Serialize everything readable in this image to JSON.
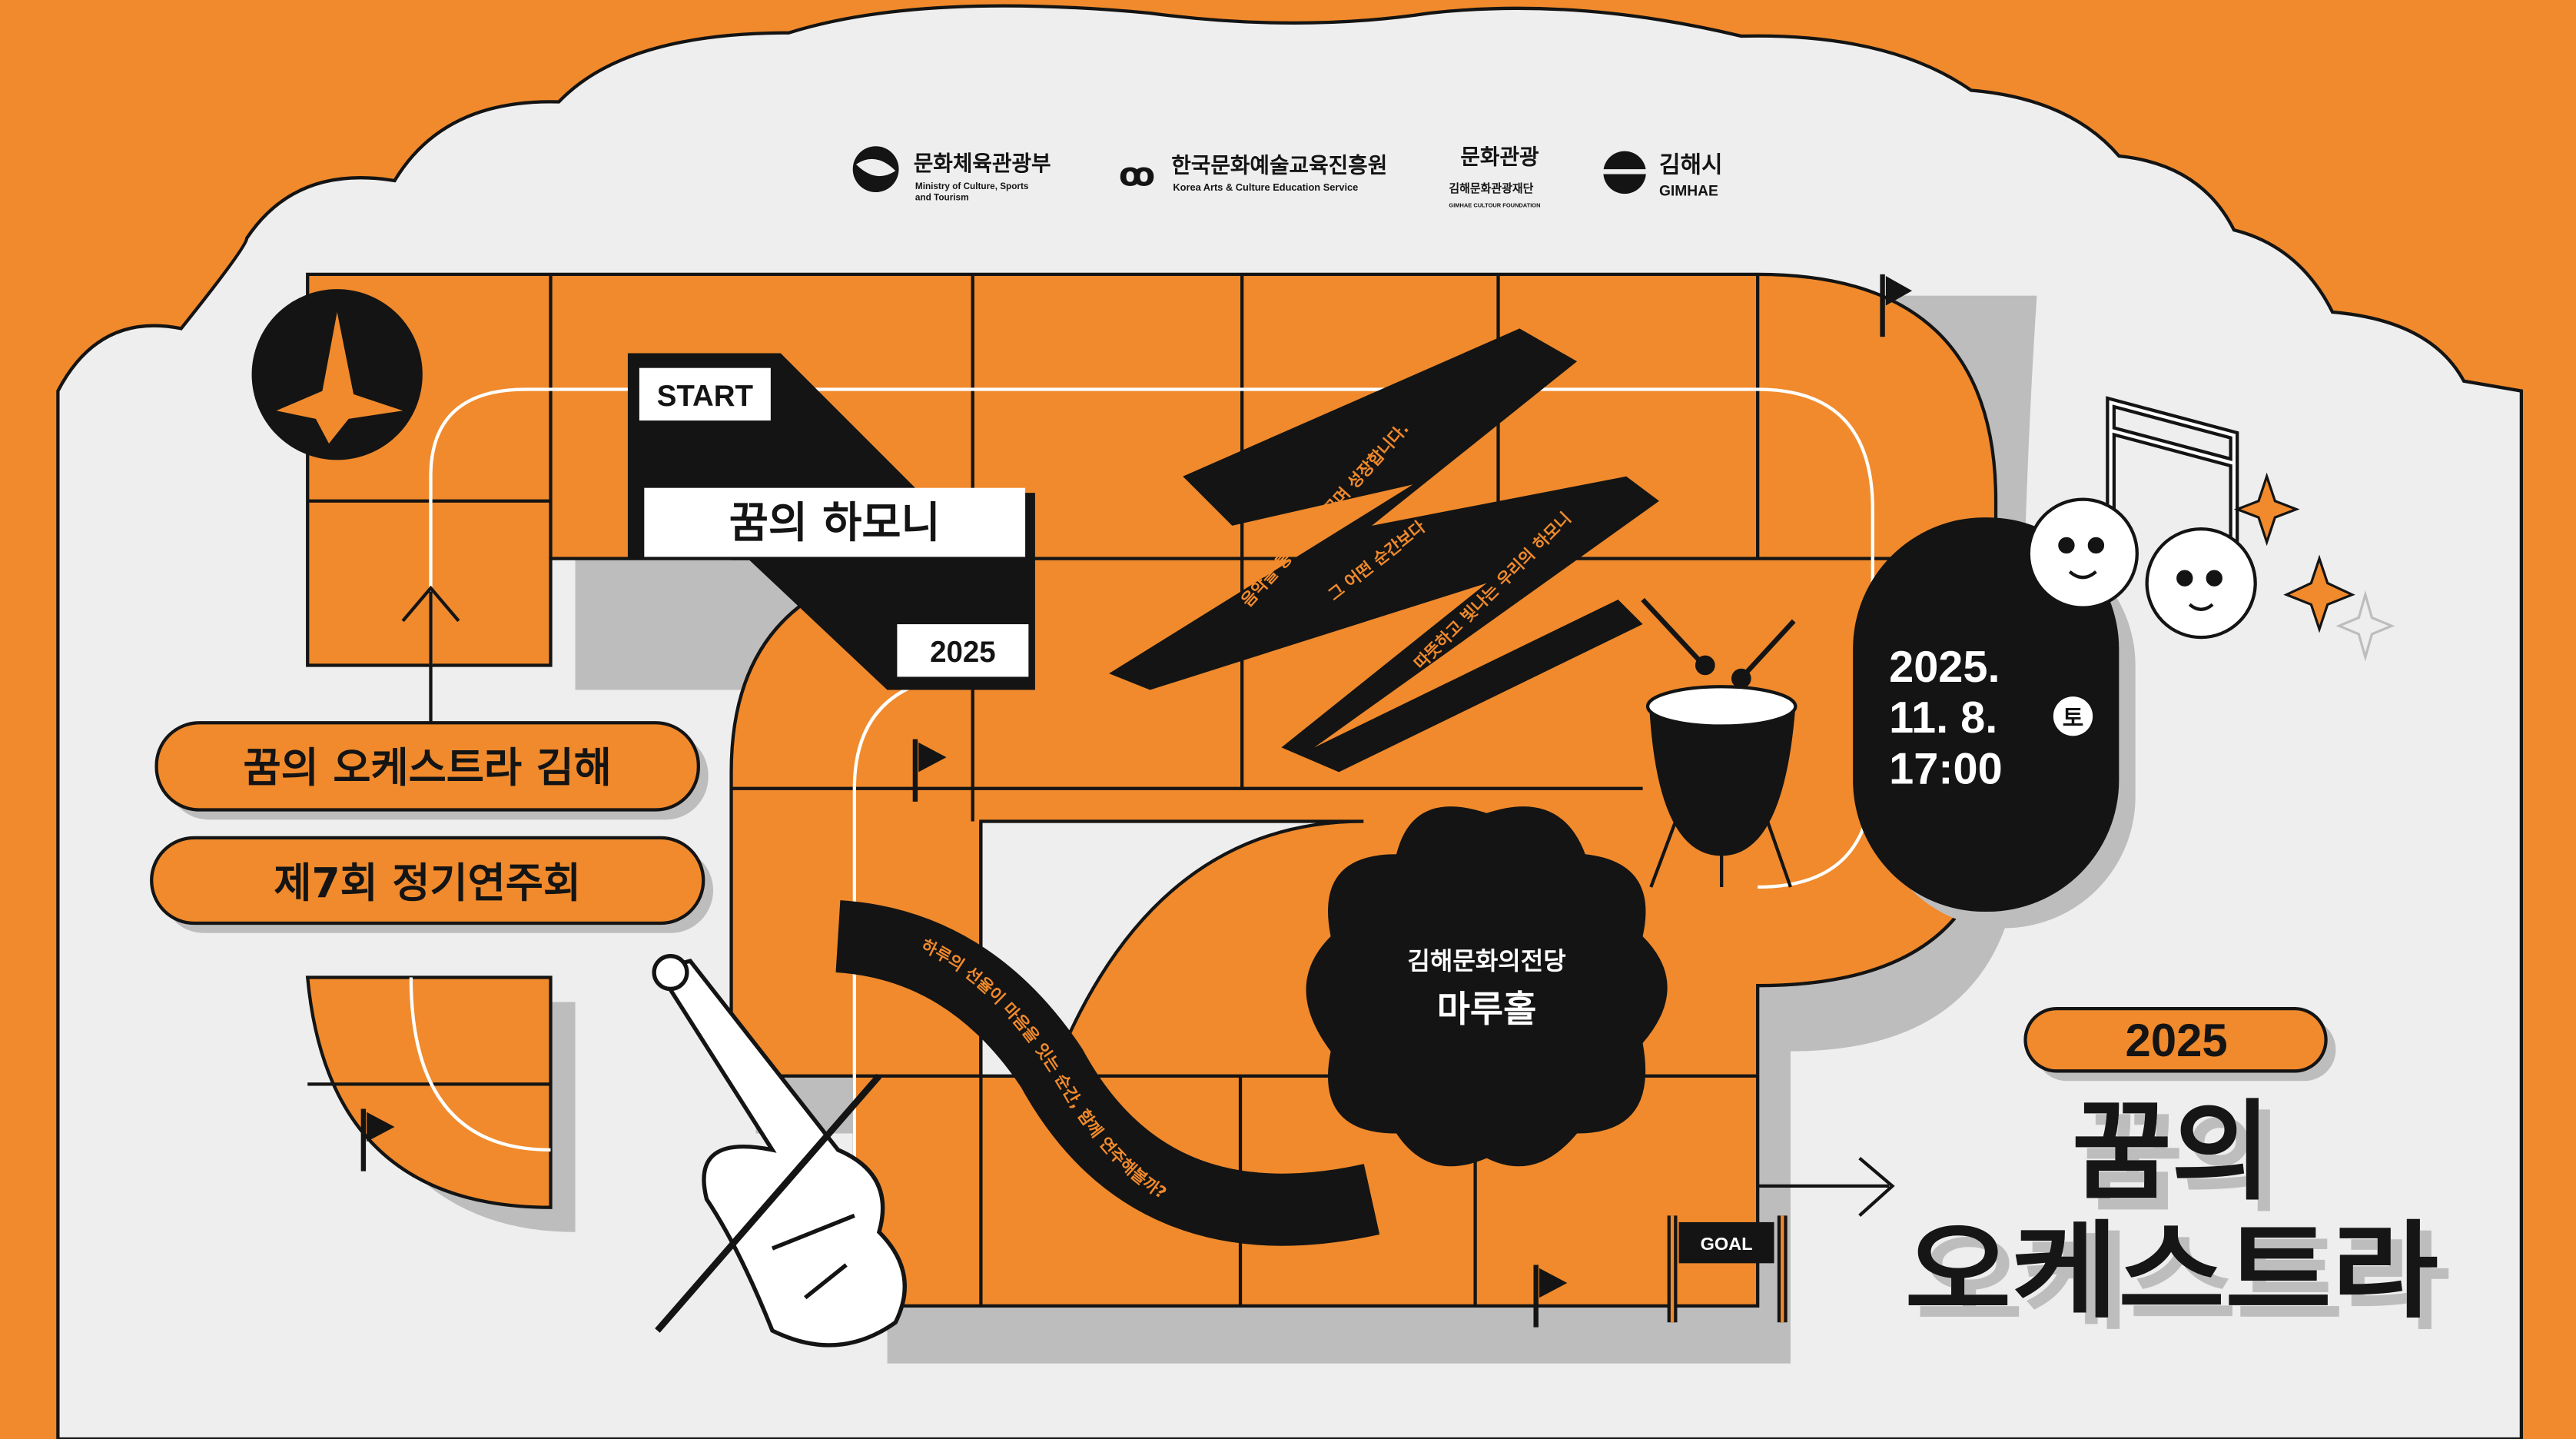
{
  "colors": {
    "orange": "#f08a2c",
    "black": "#141414",
    "stage": "#eeeeee",
    "shadow": "#bdbdbd",
    "white": "#ffffff"
  },
  "sponsors": [
    {
      "name": "문화체육관광부",
      "sub1": "Ministry of Culture, Sports",
      "sub2": "and Tourism"
    },
    {
      "name": "한국문화예술교육진흥원",
      "sub1": "Korea Arts & Culture Education Service"
    },
    {
      "name": "김해문화관광재단",
      "sub1": "GIMHAE CULTOUR FOUNDATION",
      "logo_text": "문화관광"
    },
    {
      "name": "김해시",
      "sub1": "GIMHAE"
    }
  ],
  "start": {
    "label": "START",
    "title": "꿈의 하모니",
    "year": "2025"
  },
  "zigzag_lines": [
    "음악을 통해 꿈을 꾸며 성장합니다.",
    "그 어떤 순간보다",
    "따뜻하고 빛나는 우리의 하모니"
  ],
  "wave_text": "하루의 선율이 마음을 잇는 순간, 함께 연주해볼까?",
  "event": {
    "org": "꿈의 오케스트라 김해",
    "edition": "제7회 정기연주회"
  },
  "date": {
    "line1": "2025.",
    "line2": "11. 8.",
    "weekday": "토",
    "time": "17:00"
  },
  "venue": {
    "line1": "김해문화의전당",
    "line2": "마루홀"
  },
  "goal": {
    "label": "GOAL"
  },
  "title_block": {
    "year": "2025",
    "line1": "꿈의",
    "line2": "오케스트라"
  }
}
